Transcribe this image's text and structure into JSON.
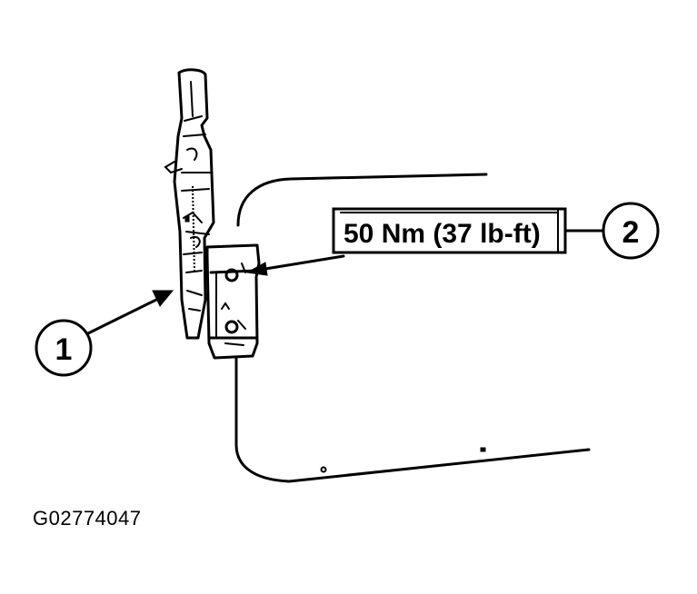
{
  "callouts": [
    {
      "number": "1"
    },
    {
      "number": "2"
    }
  ],
  "torque_label": "50 Nm (37 lb-ft)",
  "figure_code": "G02774047"
}
